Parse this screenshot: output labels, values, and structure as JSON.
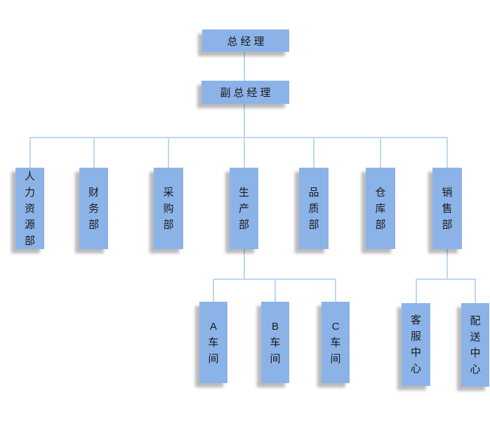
{
  "colors": {
    "node_fill": "#8CB3E8",
    "connector_color": "#BDD8F2",
    "text_color": "#1a1a1a",
    "shadow_color": "#00000045",
    "background": "#ffffff"
  },
  "org": {
    "root": {
      "id": "general-manager",
      "label": "总经理",
      "children": [
        {
          "id": "deputy-general-manager",
          "label": "副总经理",
          "children": [
            {
              "id": "hr-dept",
              "label": "人力资源部",
              "children": []
            },
            {
              "id": "finance-dept",
              "label": "财务部",
              "children": []
            },
            {
              "id": "purchasing-dept",
              "label": "采购部",
              "children": []
            },
            {
              "id": "production-dept",
              "label": "生产部",
              "children": [
                {
                  "id": "workshop-a",
                  "label": "A车间"
                },
                {
                  "id": "workshop-b",
                  "label": "B车间"
                },
                {
                  "id": "workshop-c",
                  "label": "C车间"
                }
              ]
            },
            {
              "id": "quality-dept",
              "label": "品质部",
              "children": []
            },
            {
              "id": "warehouse-dept",
              "label": "仓库部",
              "children": []
            },
            {
              "id": "sales-dept",
              "label": "销售部",
              "children": [
                {
                  "id": "customer-service-center",
                  "label": "客服中心"
                },
                {
                  "id": "distribution-center",
                  "label": "配送中心"
                }
              ]
            }
          ]
        }
      ]
    }
  }
}
